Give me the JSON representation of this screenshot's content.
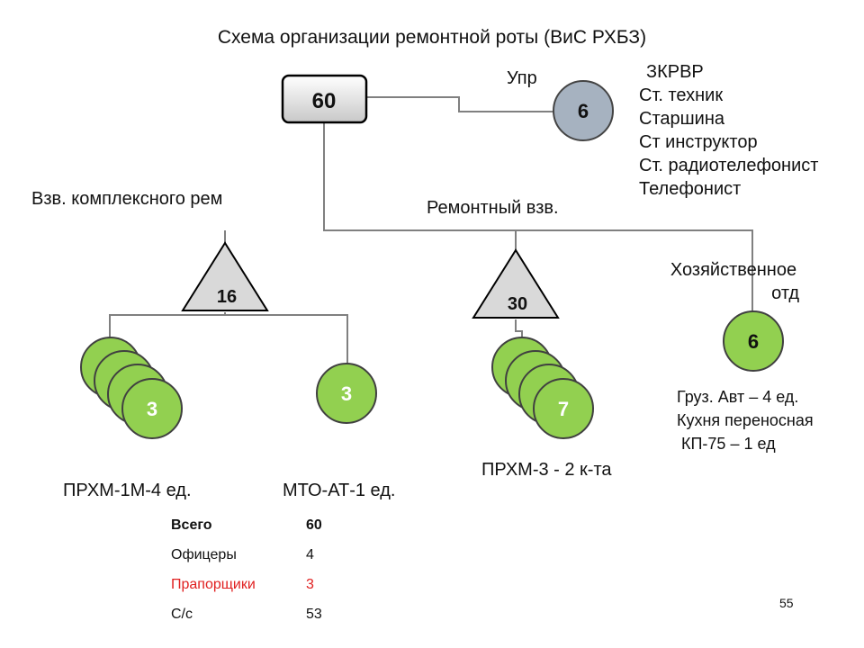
{
  "title": "Схема организации ремонтной роты (ВиС РХБЗ)",
  "colors": {
    "green": "#92d050",
    "gray_circle": "#a6b2c0",
    "triangle": "#d9d9d9",
    "box": "#e0e0e0",
    "line": "#808080",
    "red": "#e02020"
  },
  "nodes": {
    "root": "60",
    "upr": "6",
    "platoon1": "16",
    "platoon2": "30",
    "khoz": "6",
    "stack1": "3",
    "mto": "3",
    "stack2": "7"
  },
  "labels": {
    "upr": "Упр",
    "upr_list": [
      "ЗКРВР",
      "Ст. техник",
      "Старшина",
      "Ст инструктор",
      "Ст. радиотелефонист",
      "Телефонист"
    ],
    "platoon1": "Взв.  комплексного рем",
    "platoon2": "Ремонтный взв.",
    "khoz_line1": "Хозяйственное",
    "khoz_line2": "отд",
    "khoz_list": [
      "Груз. Авт – 4 ед.",
      "Кухня переносная",
      " КП-75 – 1 ед"
    ],
    "stack1": "ПРХМ-1М-4 ед.",
    "mto": "МТО-АТ-1 ед.",
    "stack2": "ПРХМ-3 - 2 к-та"
  },
  "summary": [
    {
      "label": "Всего",
      "value": "60",
      "bold": true,
      "red": false
    },
    {
      "label": "Офицеры",
      "value": "4",
      "bold": false,
      "red": false
    },
    {
      "label": "Прапорщики",
      "value": "3",
      "bold": false,
      "red": true
    },
    {
      "label": "С/с",
      "value": "53",
      "bold": false,
      "red": false
    }
  ],
  "page_number": "55"
}
